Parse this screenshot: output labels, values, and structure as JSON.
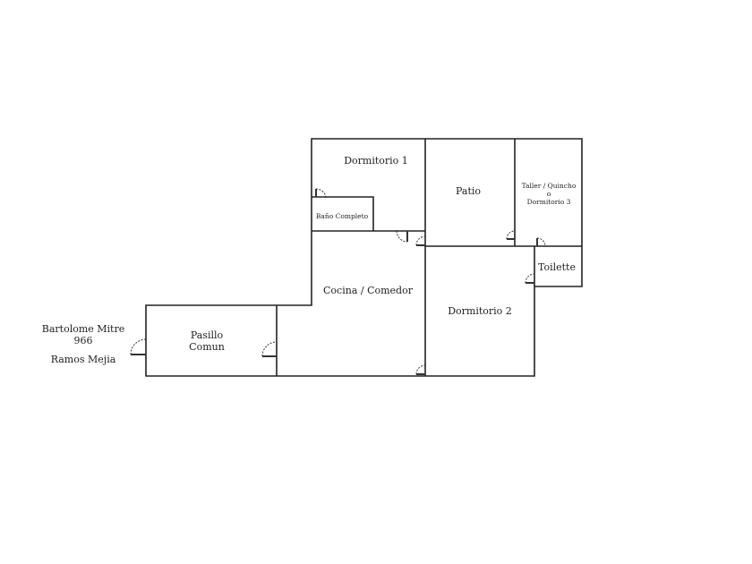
{
  "address": {
    "street": "Bartolome Mitre",
    "number": "966",
    "city": "Ramos Mejia"
  },
  "rooms": {
    "dormitorio1": "Dormitorio 1",
    "bano": "Baño Completo",
    "patio": "Patio",
    "taller_line1": "Taller / Quincho",
    "taller_line2": "o",
    "taller_line3": "Dormitorio 3",
    "toilette": "Toilette",
    "cocina": "Cocina / Comedor",
    "dormitorio2": "Dormitorio 2",
    "pasillo_line1": "Pasillo",
    "pasillo_line2": "Comun"
  }
}
